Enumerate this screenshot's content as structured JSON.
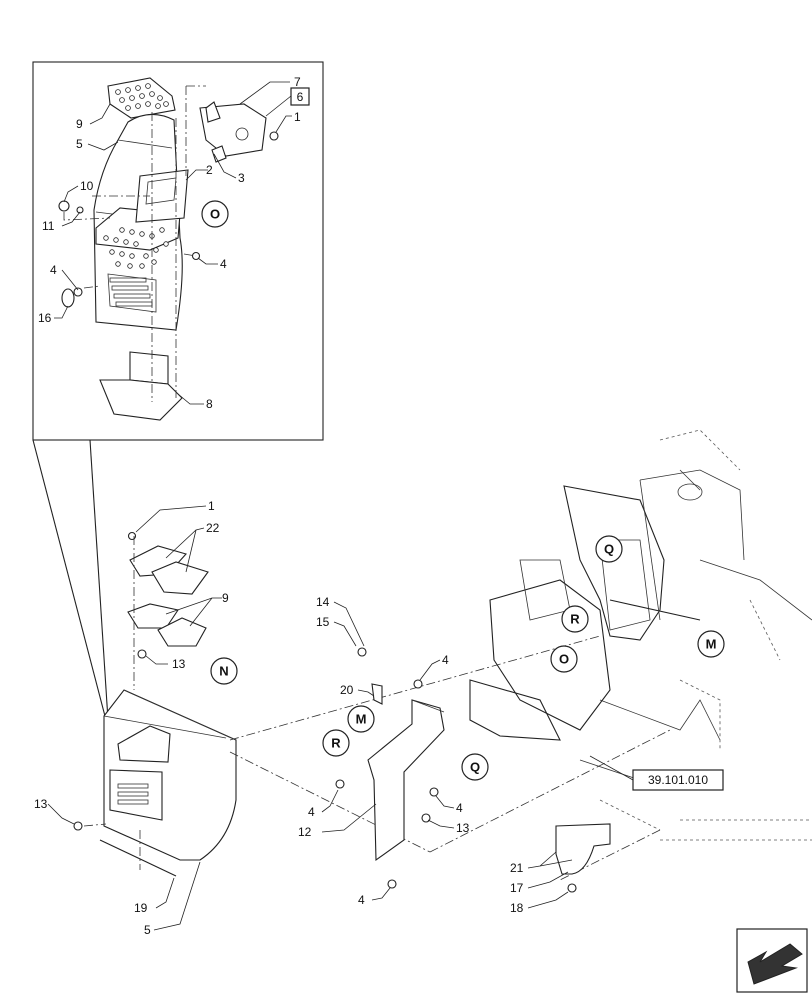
{
  "callouts": {
    "c7": "7",
    "c6": "6",
    "c1a": "1",
    "c9a": "9",
    "c5a": "5",
    "c3": "3",
    "c2": "2",
    "c10": "10",
    "c11": "11",
    "c4a": "4",
    "c4b": "4",
    "c16": "16",
    "c8": "8",
    "c1b": "1",
    "c22": "22",
    "c9b": "9",
    "c13a": "13",
    "c14": "14",
    "c15": "15",
    "c4c": "4",
    "c20": "20",
    "c4d": "4",
    "c4e": "4",
    "c12": "12",
    "c13b": "13",
    "c4f": "4",
    "c13c": "13",
    "c19": "19",
    "c5b": "5",
    "c21": "21",
    "c17": "17",
    "c18": "18"
  },
  "circle_labels": {
    "o_inset": "O",
    "n": "N",
    "m_bracket": "M",
    "r_bracket": "R",
    "q_bracket": "Q",
    "q_frame": "Q",
    "r_frame": "R",
    "o_frame": "O",
    "m_frame": "M"
  },
  "reference": "39.101.010",
  "icons": {
    "nav": "arrow-down-left-icon"
  }
}
